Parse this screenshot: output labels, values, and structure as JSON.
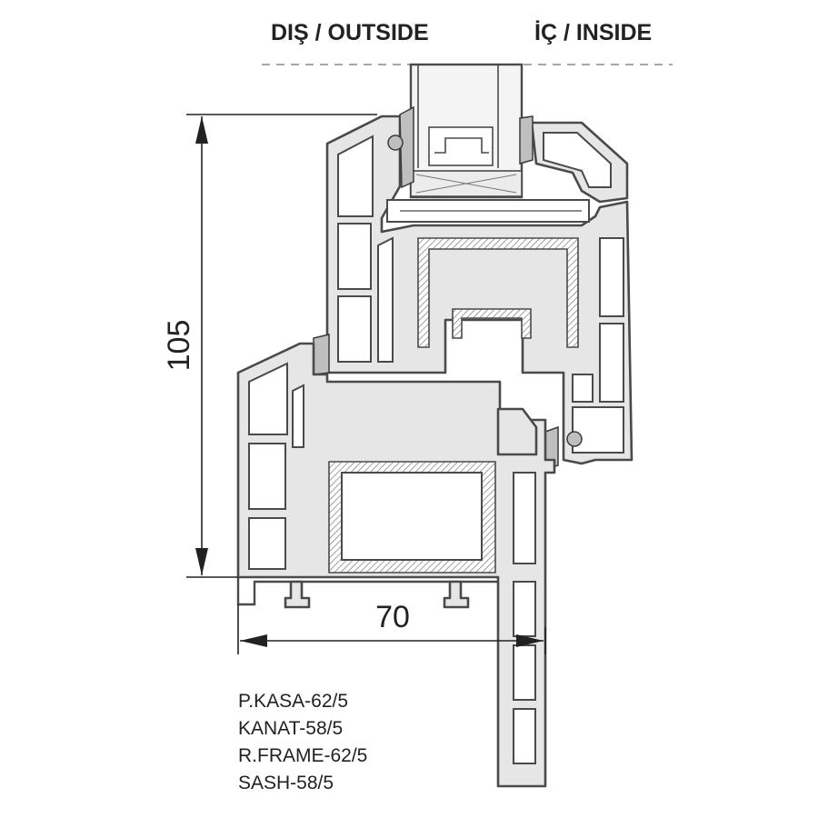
{
  "header": {
    "outside_label": "DIŞ / OUTSIDE",
    "inside_label": "İÇ / INSIDE"
  },
  "dimensions": {
    "height": "105",
    "width": "70"
  },
  "profile_codes": [
    "P.KASA-62/5",
    "KANAT-58/5",
    "R.FRAME-62/5",
    "SASH-58/5"
  ]
}
